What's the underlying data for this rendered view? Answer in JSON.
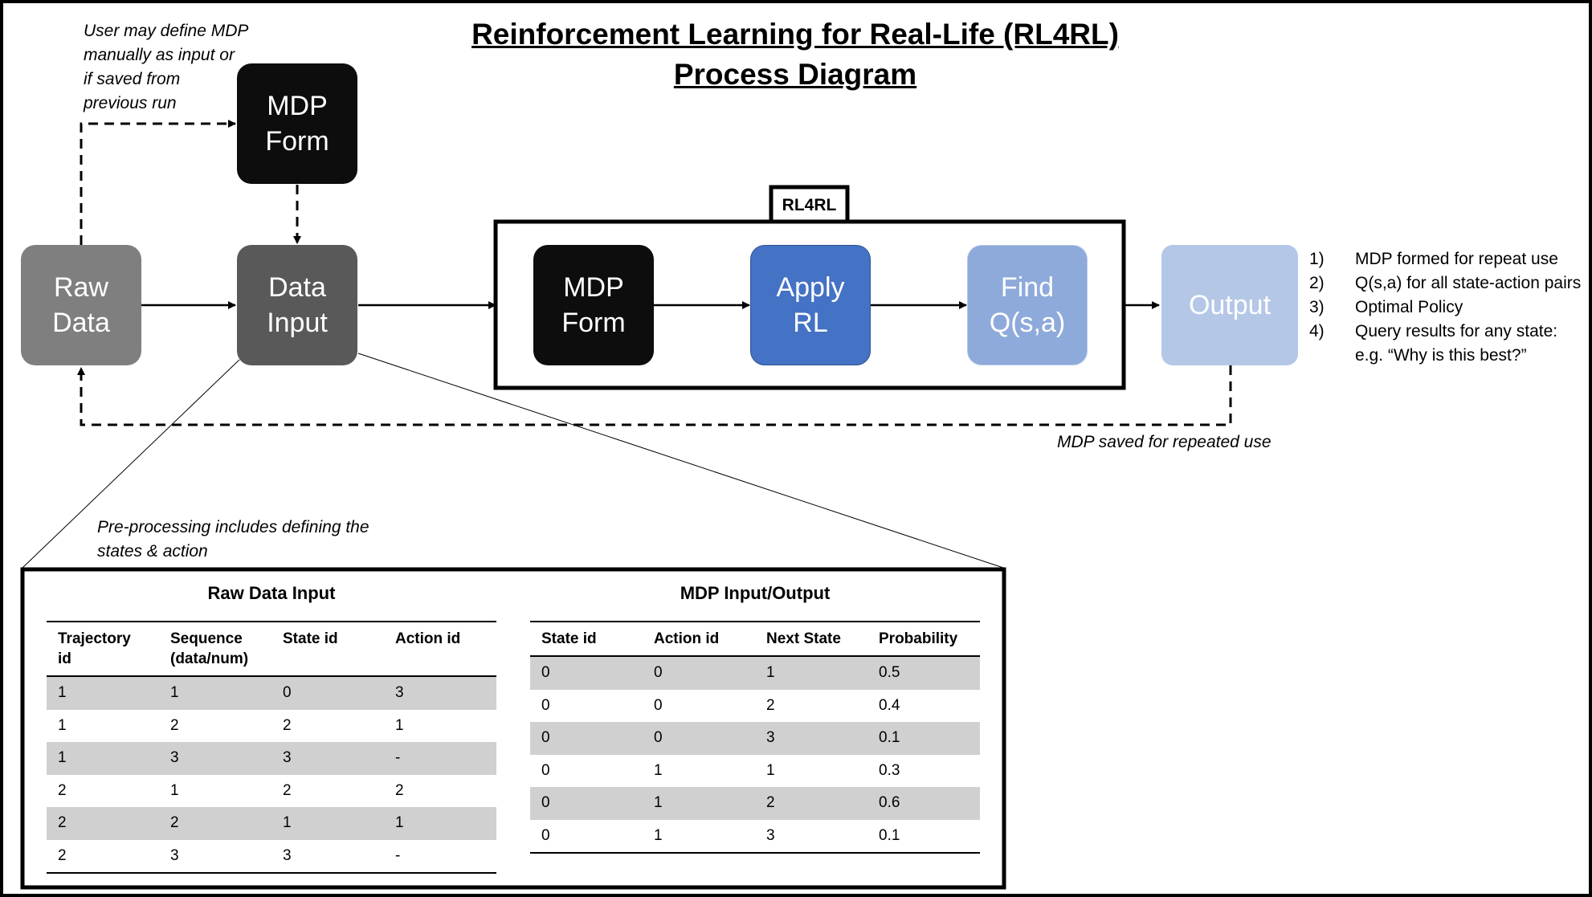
{
  "title": {
    "line1": "Reinforcement Learning for Real-Life (RL4RL)",
    "line2": "Process Diagram"
  },
  "nodes": {
    "raw_data": "Raw\nData",
    "mdp_form_top": "MDP\nForm",
    "data_input": "Data\nInput",
    "mdp_form": "MDP\nForm",
    "apply_rl": "Apply\nRL",
    "find_q": "Find\nQ(s,a)",
    "output": "Output"
  },
  "rl4rl_label": "RL4RL",
  "notes": {
    "user_define": "User may define MDP\nmanually as input or\nif saved from\nprevious run",
    "mdp_saved": "MDP saved for repeated use",
    "preprocessing": "Pre-processing includes defining the\nstates & action"
  },
  "output_list": [
    {
      "num": "1)",
      "text": "MDP formed for repeat use"
    },
    {
      "num": "2)",
      "text": "Q(s,a) for all state-action pairs"
    },
    {
      "num": "3)",
      "text": "Optimal Policy"
    },
    {
      "num": "4)",
      "text": "Query results for any state: e.g. “Why is this best?”"
    }
  ],
  "raw_table": {
    "title": "Raw Data Input",
    "headers": [
      "Trajectory id",
      "Sequence (data/num)",
      "State id",
      "Action id"
    ],
    "rows": [
      [
        "1",
        "1",
        "0",
        "3"
      ],
      [
        "1",
        "2",
        "2",
        "1"
      ],
      [
        "1",
        "3",
        "3",
        "-"
      ],
      [
        "2",
        "1",
        "2",
        "2"
      ],
      [
        "2",
        "2",
        "1",
        "1"
      ],
      [
        "2",
        "3",
        "3",
        "-"
      ]
    ]
  },
  "mdp_table": {
    "title": "MDP Input/Output",
    "headers": [
      "State id",
      "Action id",
      "Next State",
      "Probability"
    ],
    "rows": [
      [
        "0",
        "0",
        "1",
        "0.5"
      ],
      [
        "0",
        "0",
        "2",
        "0.4"
      ],
      [
        "0",
        "0",
        "3",
        "0.1"
      ],
      [
        "0",
        "1",
        "1",
        "0.3"
      ],
      [
        "0",
        "1",
        "2",
        "0.6"
      ],
      [
        "0",
        "1",
        "3",
        "0.1"
      ]
    ]
  },
  "colors": {
    "raw_data": "#7f7f7f",
    "data_input": "#595959",
    "mdp_form": "#0d0d0d",
    "apply_rl": "#4472c4",
    "find_q": "#8eaadb",
    "output": "#b4c7e7",
    "row_shade": "#d0d0d0"
  }
}
